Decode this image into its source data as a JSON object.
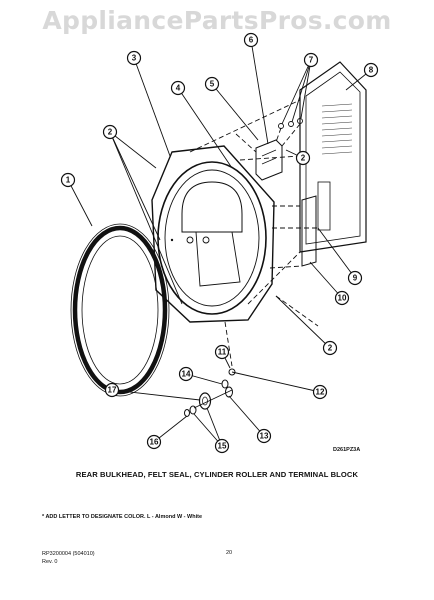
{
  "watermark": "AppliancePartsPros.com",
  "diagram": {
    "title": "REAR BULKHEAD, FELT SEAL, CYLINDER ROLLER AND TERMINAL BLOCK",
    "reference_code": "D261PZ3A",
    "callouts": [
      "1",
      "2",
      "3",
      "4",
      "5",
      "6",
      "7",
      "8",
      "9",
      "10",
      "11",
      "12",
      "13",
      "14",
      "15",
      "16",
      "17"
    ]
  },
  "note": "* ADD LETTER TO DESIGNATE COLOR.  L - Almond  W - White",
  "footer": {
    "doc_number": "RP3200004   (504010)",
    "revision": "Rev. 0",
    "page": "20"
  },
  "colors": {
    "line": "#111111",
    "watermark": "#d8d8d8",
    "background": "#ffffff"
  }
}
